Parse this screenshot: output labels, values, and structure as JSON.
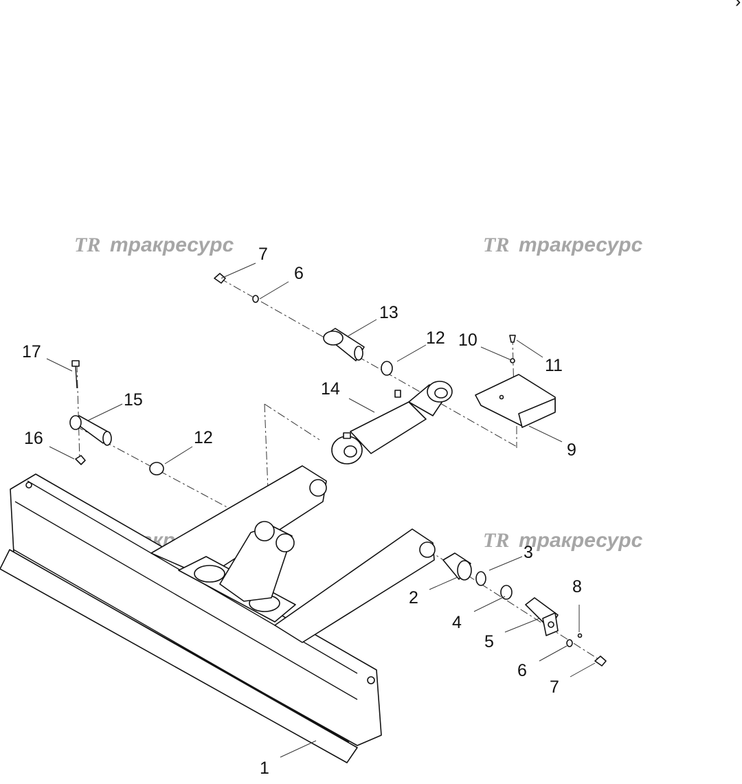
{
  "watermarks": [
    {
      "logo": "TR",
      "text": "тракресурс"
    },
    {
      "logo": "TR",
      "text": "тракресурс"
    },
    {
      "logo": "TR",
      "text": "тракресурс"
    },
    {
      "logo": "TR",
      "text": "тракресурс"
    }
  ],
  "callouts": [
    "1",
    "2",
    "3",
    "4",
    "5",
    "6",
    "6",
    "7",
    "7",
    "8",
    "9",
    "10",
    "11",
    "12",
    "12",
    "13",
    "14",
    "15",
    "16",
    "17"
  ],
  "corner_mark": "›"
}
